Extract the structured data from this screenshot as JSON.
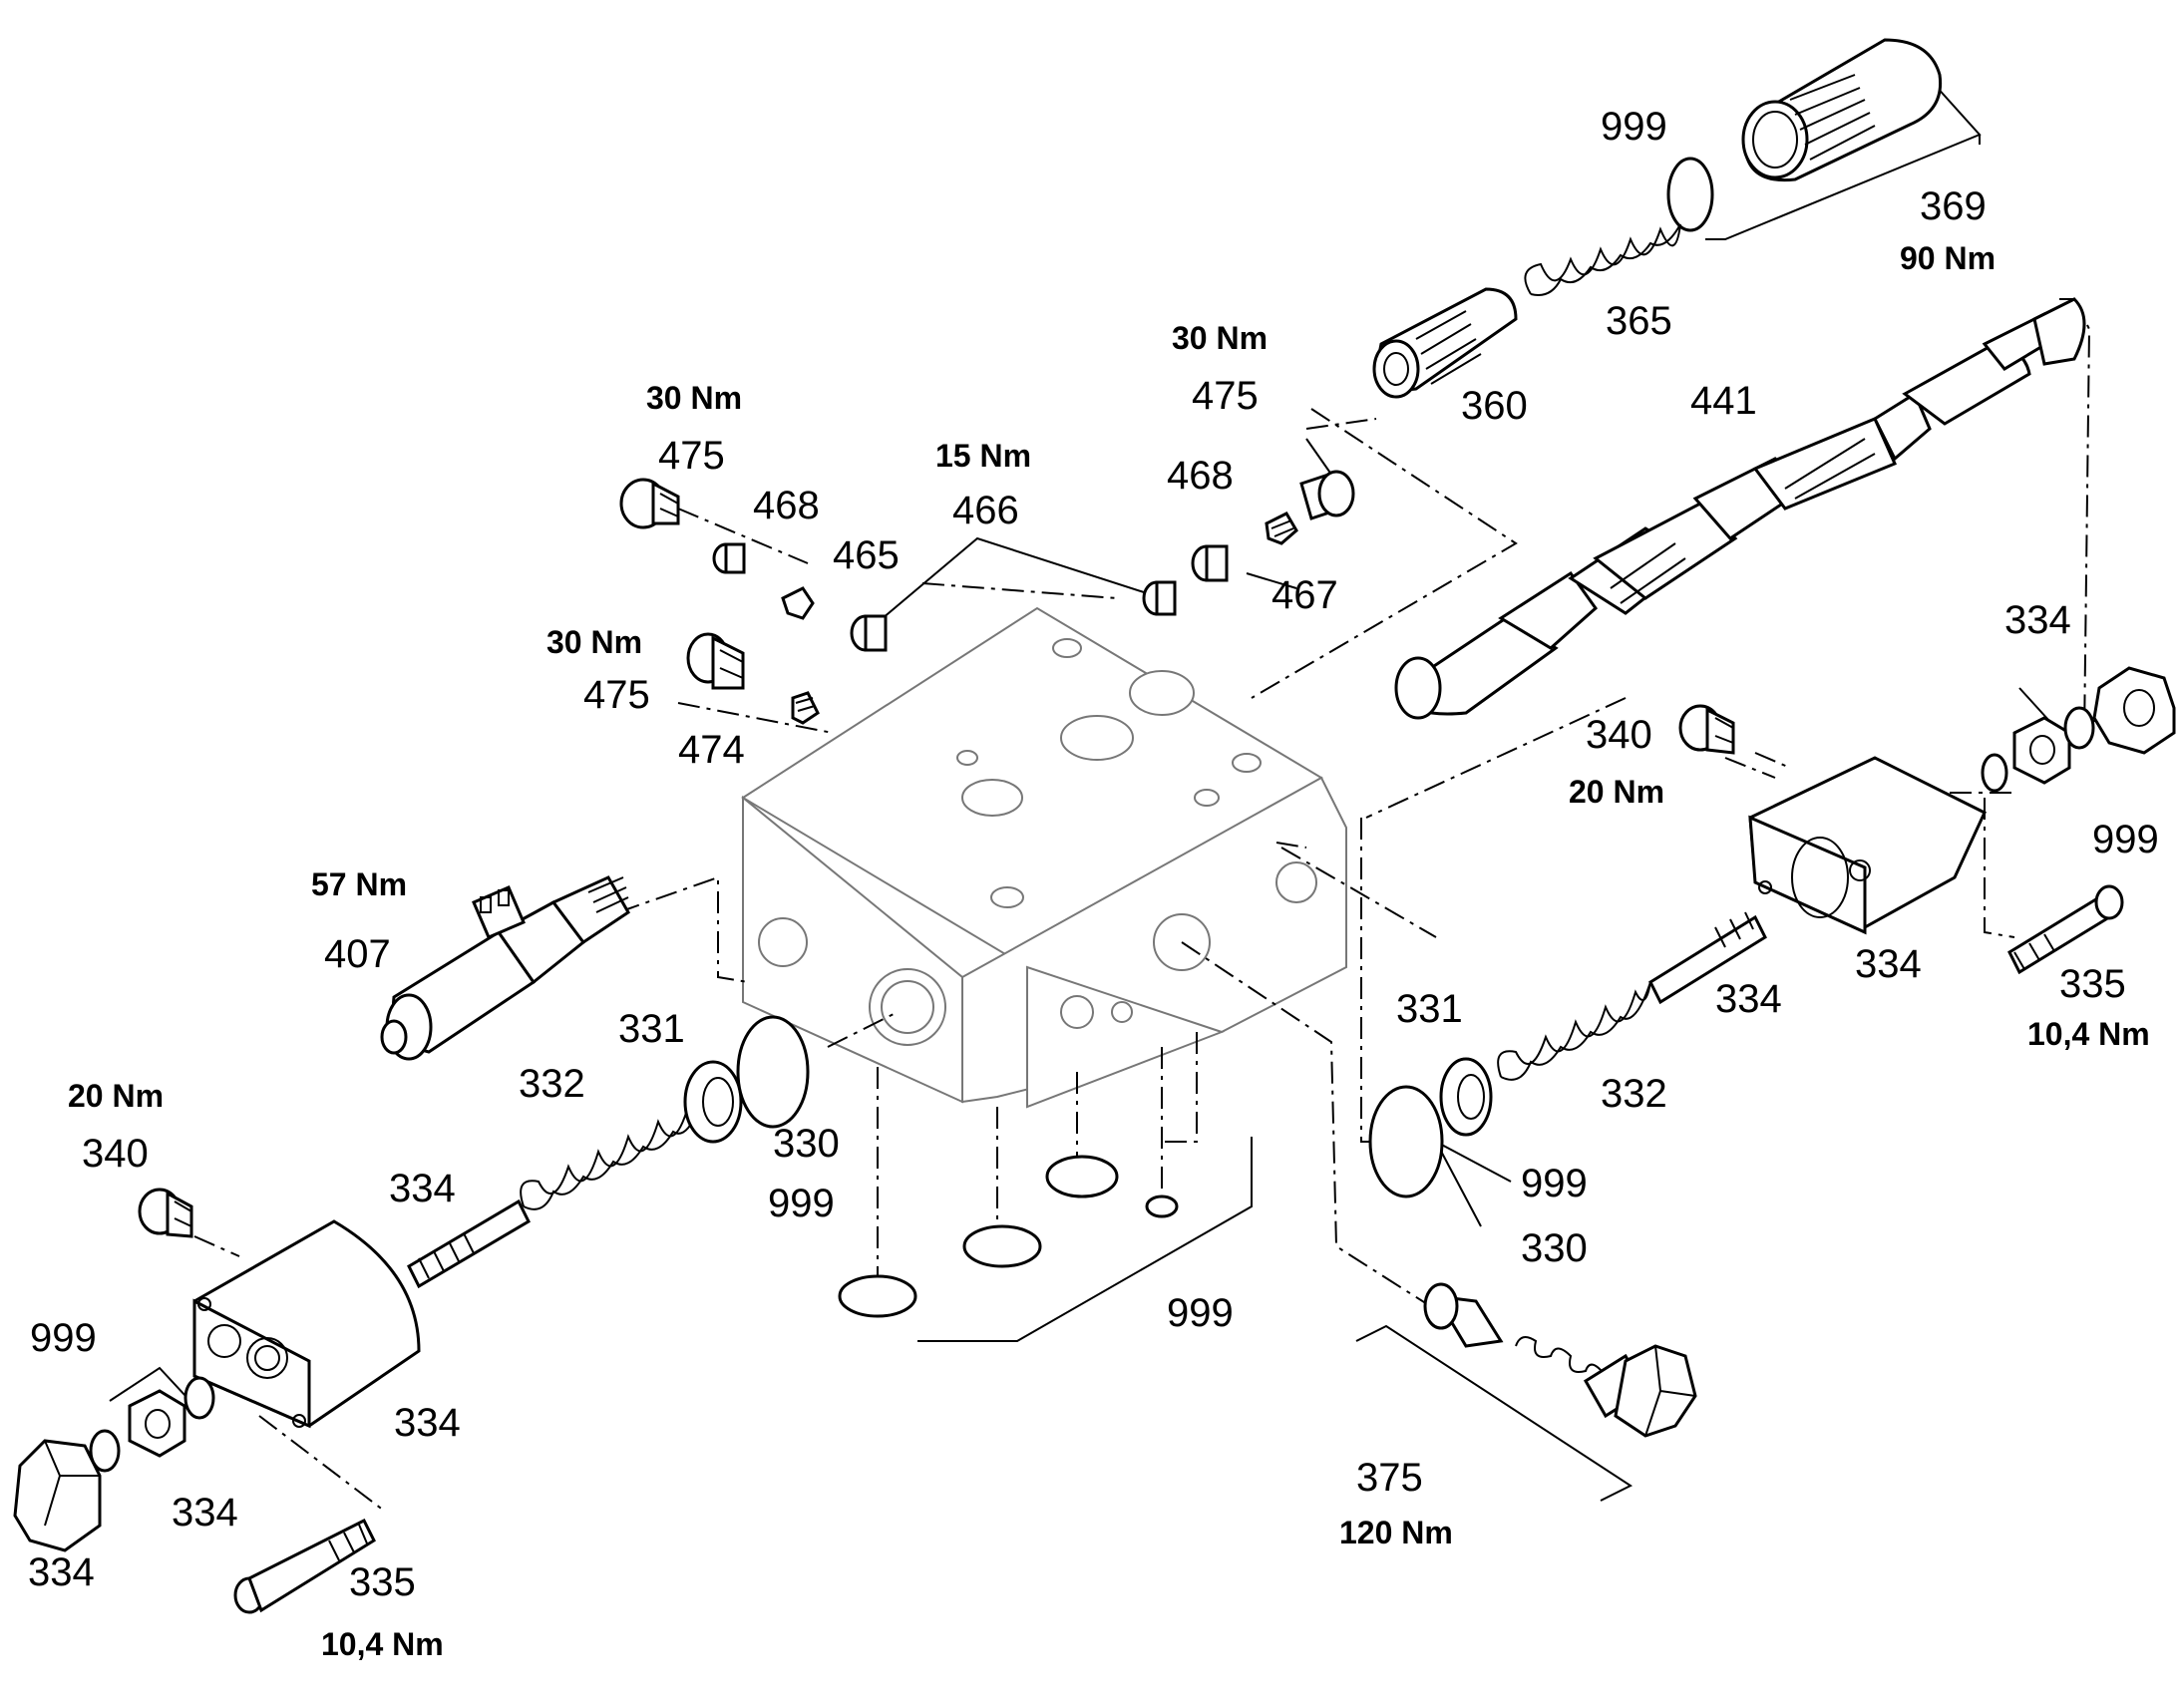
{
  "labels": {
    "p999_a": "999",
    "p369": "369",
    "p365": "365",
    "p360": "360",
    "p441": "441",
    "p475_a": "475",
    "p475_b": "475",
    "p475_c": "475",
    "p468_a": "468",
    "p468_b": "468",
    "p465": "465",
    "p466": "466",
    "p467": "467",
    "p474": "474",
    "p407": "407",
    "p334_a": "334",
    "p334_b": "334",
    "p334_c": "334",
    "p334_d": "334",
    "p334_e": "334",
    "p334_f": "334",
    "p334_g": "334",
    "p340_a": "340",
    "p340_b": "340",
    "p999_b": "999",
    "p999_c": "999",
    "p999_d": "999",
    "p999_e": "999",
    "p999_f": "999",
    "p335_a": "335",
    "p335_b": "335",
    "p331_a": "331",
    "p331_b": "331",
    "p332_a": "332",
    "p332_b": "332",
    "p330_a": "330",
    "p330_b": "330",
    "p375": "375"
  },
  "torques": {
    "t90": "90 Nm",
    "t30_a": "30 Nm",
    "t30_b": "30 Nm",
    "t30_c": "30 Nm",
    "t15": "15 Nm",
    "t57": "57 Nm",
    "t20_a": "20 Nm",
    "t20_b": "20 Nm",
    "t104_a": "10,4 Nm",
    "t104_b": "10,4 Nm",
    "t120": "120 Nm"
  }
}
